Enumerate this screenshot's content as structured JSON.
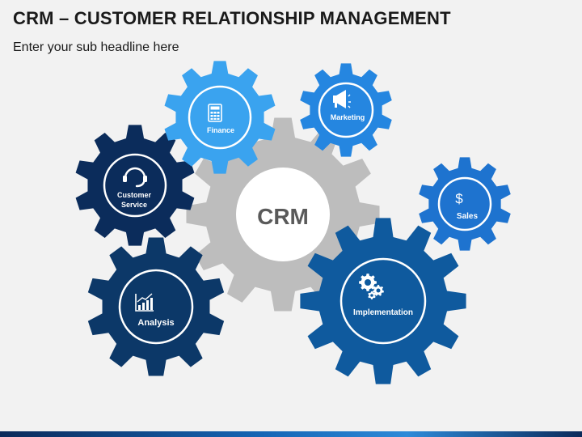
{
  "header": {
    "title": "CRM – CUSTOMER RELATIONSHIP MANAGEMENT",
    "subtitle": "Enter your sub headline here"
  },
  "center": {
    "label": "CRM",
    "color": "#bdbdbd",
    "text_color": "#5a5a5a"
  },
  "gears": {
    "finance": {
      "label": "Finance",
      "icon": "calculator-icon",
      "color": "#3aa3ef"
    },
    "marketing": {
      "label": "Marketing",
      "icon": "megaphone-icon",
      "color": "#2586e0"
    },
    "customer_service": {
      "label_line1": "Customer",
      "label_line2": "Service",
      "icon": "headset-icon",
      "color": "#0b2c5b"
    },
    "sales": {
      "label": "Sales",
      "icon": "dollar-icon",
      "color": "#1e73cf"
    },
    "analysis": {
      "label": "Analysis",
      "icon": "chart-icon",
      "color": "#0c3868"
    },
    "implementation": {
      "label": "Implementation",
      "icon": "gears-icon",
      "color": "#0f5a9e"
    }
  }
}
